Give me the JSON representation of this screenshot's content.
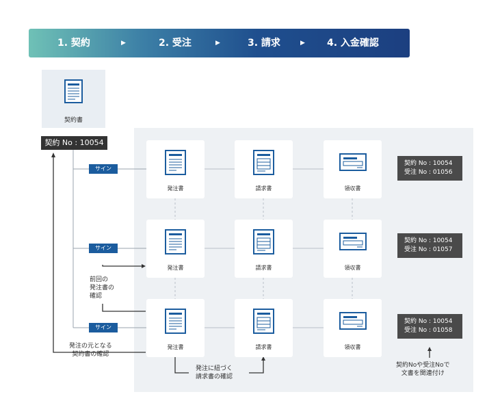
{
  "steps": [
    {
      "label": "1. 契約"
    },
    {
      "label": "2. 受注"
    },
    {
      "label": "3. 請求"
    },
    {
      "label": "4. 入金確認"
    }
  ],
  "contract": {
    "label": "契約書",
    "number": "契約 No : 10054"
  },
  "sign_label": "サイン",
  "rows": [
    {
      "docs": [
        "発注書",
        "請求書",
        "領収書"
      ],
      "contract_no": "契約 No : 10054",
      "order_no": "受注 No : 01056"
    },
    {
      "docs": [
        "発注書",
        "請求書",
        "領収書"
      ],
      "contract_no": "契約 No : 10054",
      "order_no": "受注 No : 01057"
    },
    {
      "docs": [
        "発注書",
        "請求書",
        "領収書"
      ],
      "contract_no": "契約 No : 10054",
      "order_no": "受注 No : 01058"
    }
  ],
  "notes": {
    "prev_order": [
      "前回の",
      "発注書の",
      "確認"
    ],
    "contract_check": [
      "発注の元となる",
      "契約書の確認"
    ],
    "invoice_check": [
      "発注に紐づく",
      "請求書の確認"
    ],
    "relate_docs": [
      "契約Noや受注Noで",
      "文書を関連付け"
    ]
  }
}
